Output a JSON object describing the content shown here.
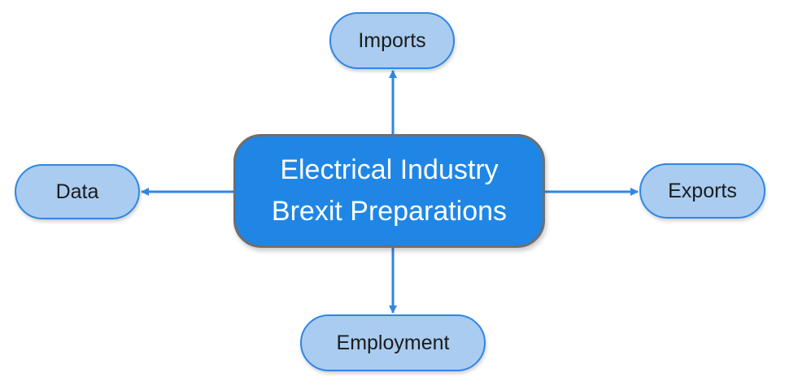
{
  "diagram": {
    "center": {
      "line1": "Electrical Industry",
      "line2": "Brexit Preparations"
    },
    "nodes": {
      "top": "Imports",
      "left": "Data",
      "right": "Exports",
      "bottom": "Employment"
    },
    "colors": {
      "center_fill": "#1f86e6",
      "center_border": "#6e6e6e",
      "node_fill": "#a9ccf0",
      "node_border": "#2f86e5",
      "connector": "#2f86e5"
    }
  }
}
